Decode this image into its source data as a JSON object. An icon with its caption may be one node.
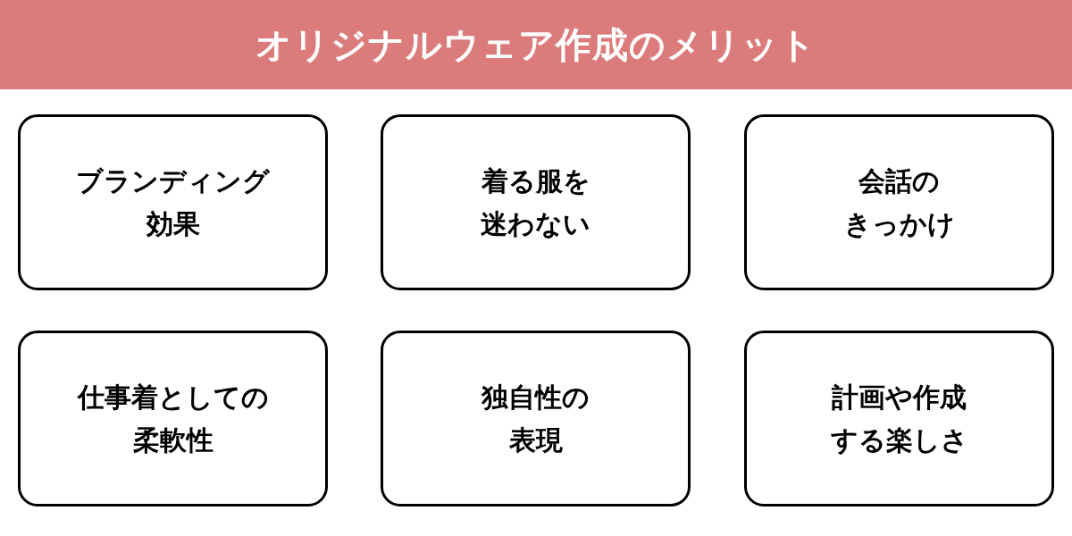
{
  "diagram": {
    "title": "オリジナルウェア作成のメリット",
    "nodes": [
      {
        "text": [
          "ブランディング効果"
        ]
      },
      {
        "text": [
          "着る服を迷わない"
        ]
      },
      {
        "text": [
          "会話のきっかけ"
        ]
      },
      {
        "text": [
          "仕事着としての柔軟性"
        ]
      },
      {
        "text": [
          "独自性の表現"
        ]
      },
      {
        "text": [
          "計画や作成する楽しさ"
        ]
      }
    ]
  }
}
